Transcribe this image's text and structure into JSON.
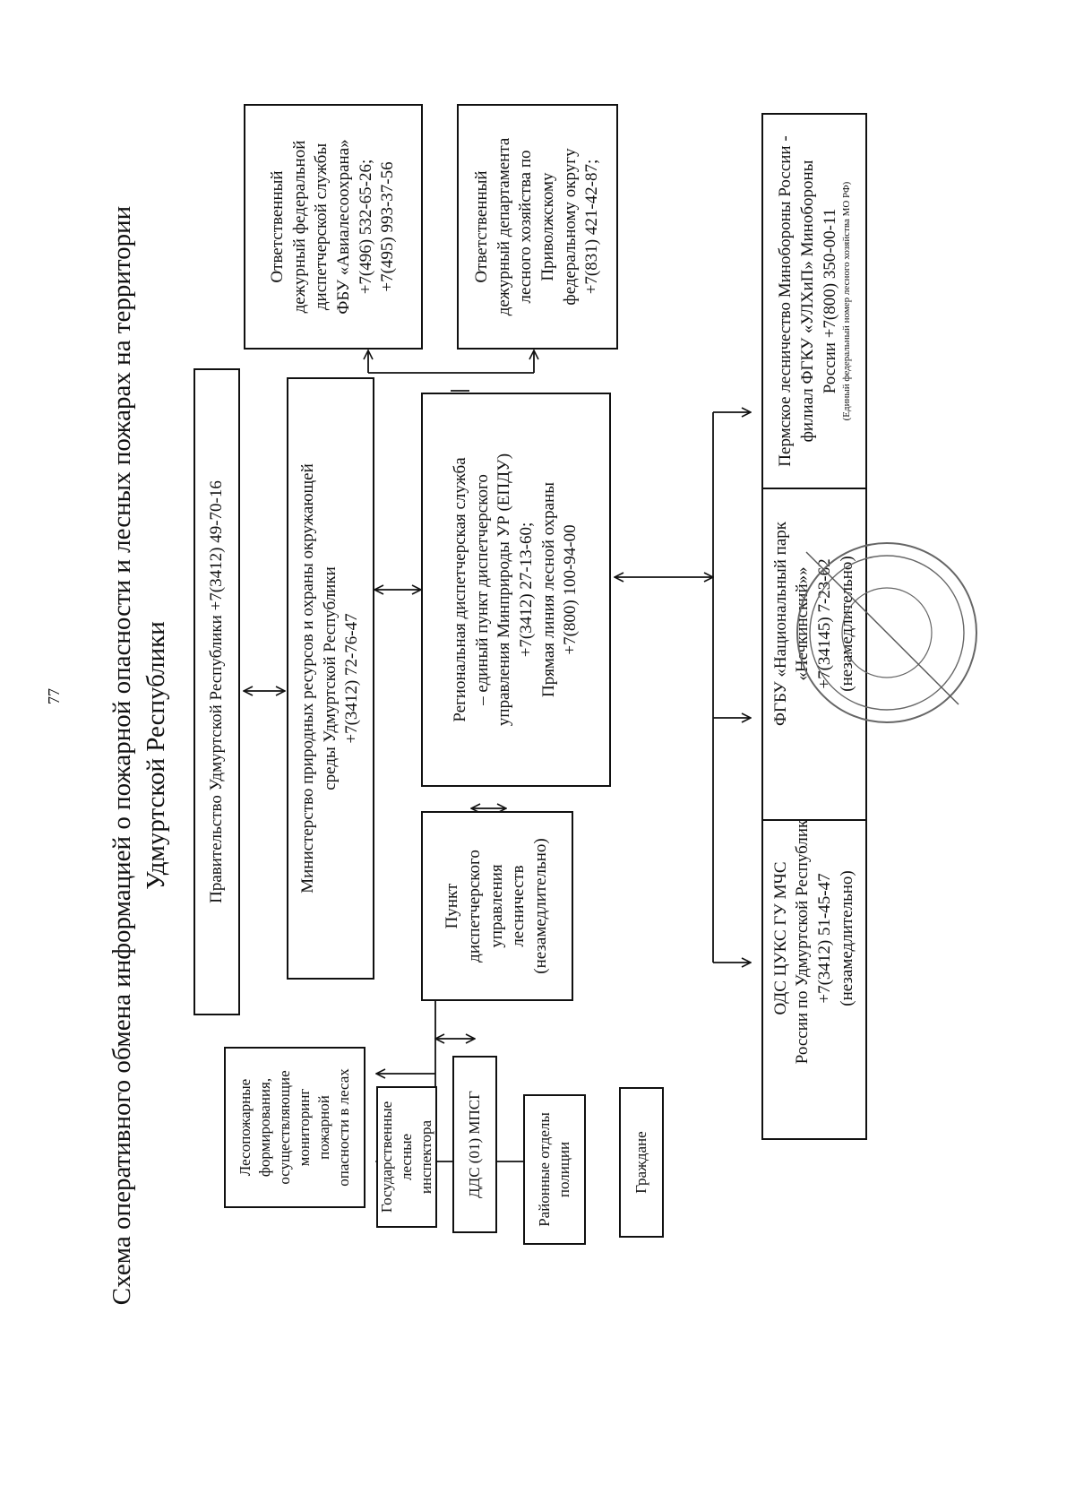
{
  "page_number": "77",
  "title": {
    "line1": "Схема оперативного обмена информацией о пожарной опасности и лесных пожарах на территории",
    "line2": "Удмуртской Республики"
  },
  "boxes": {
    "government": "Правительство Удмуртской Республики +7(3412) 49-70-16",
    "ministry": {
      "line1": "Министерство природных ресурсов и охраны окружающей",
      "line2": "среды Удмуртской Республики",
      "line3": "+7(3412) 72-76-47"
    },
    "regional": {
      "line1": "Региональная диспетчерская служба",
      "line2": "– единый пункт диспетчерского",
      "line3": "управления Минприроды УР (ЕПДУ)",
      "line4": "+7(3412) 27-13-60;",
      "line5": "Прямая линия лесной охраны",
      "line6": "+7(800) 100-94-00"
    },
    "dispatch_point": {
      "line1": "Пункт",
      "line2": "диспетчерского",
      "line3": "управления",
      "line4": "лесничеств",
      "line5": "(незамедлительно)"
    },
    "avialesookhrana": {
      "line1": "Ответственный",
      "line2": "дежурный федеральной",
      "line3": "диспетчерской службы",
      "line4": "ФБУ «Авиалесоохрана»",
      "line5": "+7(496) 532-65-26;",
      "line6": "+7(495) 993-37-56"
    },
    "volga_department": {
      "line1": "Ответственный",
      "line2": "дежурный департамента",
      "line3": "лесного хозяйства по",
      "line4": "Приволжскому",
      "line5": "федеральному округу",
      "line6": "+7(831) 421-42-87;"
    },
    "forest_fire_units": {
      "line1": "Лесопожарные",
      "line2": "формирования,",
      "line3": "осуществляющие",
      "line4": "мониторинг пожарной",
      "line5": "опасности в лесах"
    },
    "inspectors": {
      "line1": "Государственные",
      "line2": "лесные инспектора"
    },
    "dds": "ДДС (01) МПСГ",
    "police": {
      "line1": "Районные отделы",
      "line2": "полиции"
    },
    "citizens": "Граждане",
    "mchs": {
      "line1": "ОДС ЦУКС ГУ МЧС",
      "line2": "России по Удмуртской Республике",
      "line3": "+7(3412) 51-45-47",
      "line4": "(незамедлительно)"
    },
    "national_park": {
      "line1": "ФГБУ «Национальный парк",
      "line2": "«Нечкинский»»",
      "line3": "+7(34145) 7-23-62",
      "line4": "(незамедлительно)"
    },
    "perm_forestry": {
      "line1": "Пермское лесничество Минобороны России -",
      "line2": "филиал ФГКУ «УЛХиП» Минобороны",
      "line3": "России +7(800) 350-00-11",
      "line4": "(Единый федеральный номер лесного хозяйства МО РФ)"
    }
  },
  "colors": {
    "ink": "#111111",
    "stamp": "#666666"
  }
}
